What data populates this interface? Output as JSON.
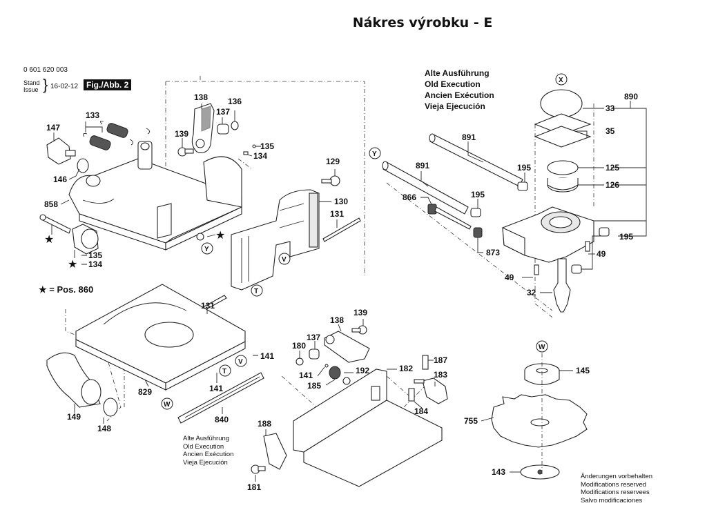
{
  "header": {
    "title": "Nákres výrobku - E",
    "doc_number": "0 601 620 003",
    "stand_label_1": "Stand",
    "stand_label_2": "Issue",
    "stand_date": "16-02-12",
    "fig_badge": "Fig./Abb. 2"
  },
  "notes": {
    "old_execution_top": [
      "Alte Ausführung",
      "Old Execution",
      "Ancien Exécution",
      "Vieja Ejecución"
    ],
    "old_execution_bottom": [
      "Alte Ausführung",
      "Old Execution",
      "Ancien Exécution",
      "Vieja Ejecución"
    ],
    "modifications": [
      "Änderungen vorbehalten",
      "Modifications reserved",
      "Modifications reservees",
      "Salvo modificaciones"
    ],
    "star_legend": "★ = Pos. 860"
  },
  "part_labels": {
    "p133": "133",
    "p147": "147",
    "p146": "146",
    "p858": "858",
    "p135a": "135",
    "p134a": "134",
    "p138a": "138",
    "p136": "136",
    "p137a": "137",
    "p139a": "139",
    "p135b": "135",
    "p134b": "134",
    "p129": "129",
    "p130": "130",
    "p131a": "131",
    "p131b": "131",
    "p891a": "891",
    "p891b": "891",
    "p195a": "195",
    "p195b": "195",
    "p195c": "195",
    "p866": "866",
    "p873": "873",
    "p890": "890",
    "p33": "33",
    "p35": "35",
    "p125": "125",
    "p126": "126",
    "p49a": "49",
    "p49b": "49",
    "p32": "32",
    "p139b": "139",
    "p138b": "138",
    "p137b": "137",
    "p180": "180",
    "p141a": "141",
    "p192": "192",
    "p185": "185",
    "p182": "182",
    "p187": "187",
    "p183": "183",
    "p184": "184",
    "p188": "188",
    "p181": "181",
    "p141b": "141",
    "p141c": "141",
    "p829": "829",
    "p840": "840",
    "p149": "149",
    "p148": "148",
    "p145": "145",
    "p755": "755",
    "p143": "143"
  },
  "reference_markers": {
    "X": "X",
    "Y1": "Y",
    "Y2": "Y",
    "V1": "V",
    "V2": "V",
    "T1": "T",
    "T2": "T",
    "W1": "W",
    "W2": "W"
  }
}
